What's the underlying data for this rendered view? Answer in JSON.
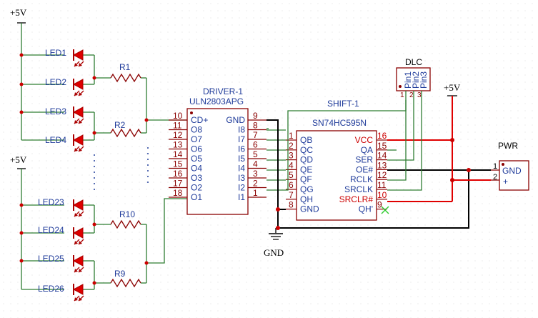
{
  "supply": {
    "plus5_a": "+5V",
    "plus5_b": "+5V",
    "plus5_c": "+5V"
  },
  "leds": {
    "l1": "LED1",
    "l2": "LED2",
    "l3": "LED3",
    "l4": "LED4",
    "l23": "LED23",
    "l24": "LED24",
    "l25": "LED25",
    "l26": "LED26"
  },
  "resistors": {
    "r1": "R1",
    "r2": "R2",
    "r10": "R10",
    "r9": "R9"
  },
  "driver": {
    "designator": "DRIVER-1",
    "part": "ULN2803APG",
    "left_pins": [
      {
        "num": "10",
        "name": "CD+"
      },
      {
        "num": "11",
        "name": "O8"
      },
      {
        "num": "12",
        "name": "O7"
      },
      {
        "num": "13",
        "name": "O6"
      },
      {
        "num": "14",
        "name": "O5"
      },
      {
        "num": "15",
        "name": "O4"
      },
      {
        "num": "16",
        "name": "O3"
      },
      {
        "num": "17",
        "name": "O2"
      },
      {
        "num": "18",
        "name": "O1"
      }
    ],
    "right_pins": [
      {
        "num": "9",
        "name": "GND"
      },
      {
        "num": "8",
        "name": "I8"
      },
      {
        "num": "7",
        "name": "I7"
      },
      {
        "num": "6",
        "name": "I6"
      },
      {
        "num": "5",
        "name": "I5"
      },
      {
        "num": "4",
        "name": "I4"
      },
      {
        "num": "3",
        "name": "I3"
      },
      {
        "num": "2",
        "name": "I2"
      },
      {
        "num": "1",
        "name": "I1"
      }
    ]
  },
  "shift": {
    "designator": "SHIFT-1",
    "part": "SN74HC595N",
    "left_pins": [
      {
        "num": "1",
        "name": "QB"
      },
      {
        "num": "2",
        "name": "QC"
      },
      {
        "num": "3",
        "name": "QD"
      },
      {
        "num": "4",
        "name": "QE"
      },
      {
        "num": "5",
        "name": "QF"
      },
      {
        "num": "6",
        "name": "QG"
      },
      {
        "num": "7",
        "name": "QH"
      },
      {
        "num": "8",
        "name": "GND"
      }
    ],
    "right_pins": [
      {
        "num": "16",
        "name": "VCC"
      },
      {
        "num": "15",
        "name": "QA"
      },
      {
        "num": "14",
        "name": "SER"
      },
      {
        "num": "13",
        "name": "OE#"
      },
      {
        "num": "12",
        "name": "RCLK"
      },
      {
        "num": "11",
        "name": "SRCLK"
      },
      {
        "num": "10",
        "name": "SRCLR#"
      },
      {
        "num": "9",
        "name": "QH'"
      }
    ]
  },
  "dlc": {
    "title": "DLC",
    "pins": [
      "Pin1",
      "Pin2",
      "Pin3"
    ],
    "nums": [
      "1",
      "2",
      "3"
    ]
  },
  "pwr": {
    "title": "PWR",
    "pin1_num": "1",
    "pin2_num": "2",
    "gnd": "GND",
    "plus": "+"
  },
  "gnd_label": "GND",
  "colors": {
    "wire": "#2e7d32",
    "power": "#e00000",
    "ground": "#000000",
    "component": "#8a0000",
    "text": "#1f3b9a",
    "led": "#d80000"
  }
}
